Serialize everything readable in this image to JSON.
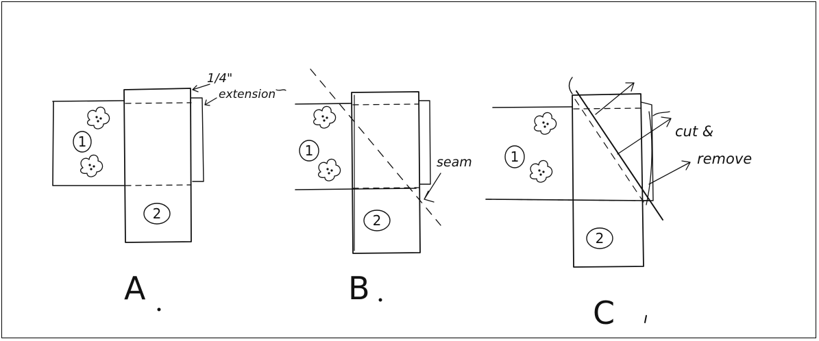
{
  "colors": {
    "ink": "#111111",
    "paper": "#ffffff"
  },
  "panels": [
    {
      "id": "A",
      "label": "A",
      "piece1": "1",
      "piece2": "2",
      "note_top": "1/4\"",
      "note_bottom": "extension"
    },
    {
      "id": "B",
      "label": "B",
      "piece1": "1",
      "piece2": "2",
      "note": "seam"
    },
    {
      "id": "C",
      "label": "C",
      "piece1": "1",
      "piece2": "2",
      "note_top": "cut &",
      "note_bottom": "remove"
    }
  ]
}
